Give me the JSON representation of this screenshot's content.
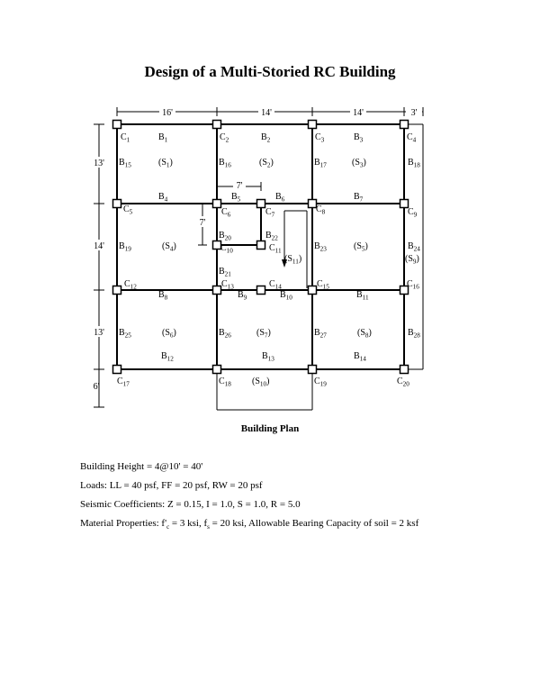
{
  "title": "Design of a Multi-Storied RC Building",
  "caption": "Building Plan",
  "dimensions": {
    "top": [
      "16'",
      "14'",
      "14'",
      "3'"
    ],
    "left": [
      "13'",
      "14'",
      "13'",
      "6'"
    ],
    "inner": [
      "7'",
      "7'"
    ]
  },
  "columns": [
    "C1",
    "C2",
    "C3",
    "C4",
    "C5",
    "C6",
    "C7",
    "C8",
    "C9",
    "C10",
    "C11",
    "C12",
    "C13",
    "C14",
    "C15",
    "C16",
    "C17",
    "C18",
    "C19",
    "C20"
  ],
  "beams": [
    "B1",
    "B2",
    "B3",
    "B4",
    "B5",
    "B6",
    "B7",
    "B8",
    "B9",
    "B10",
    "B11",
    "B12",
    "B13",
    "B14",
    "B15",
    "B16",
    "B17",
    "B18",
    "B19",
    "B20",
    "B21",
    "B22",
    "B23",
    "B24",
    "B25",
    "B26",
    "B27",
    "B28"
  ],
  "slabs": [
    "(S1)",
    "(S2)",
    "(S3)",
    "(S4)",
    "(S5)",
    "(S6)",
    "(S7)",
    "(S8)",
    "(S9)",
    "(S10)",
    "(S11)"
  ],
  "notes": {
    "height": "Building Height = 4@10' = 40'",
    "loads": "Loads: LL = 40 psf, FF = 20 psf, RW = 20 psf",
    "seismic": "Seismic Coefficients: Z = 0.15, I = 1.0, S = 1.0, R = 5.0",
    "material_prefix": "Material Properties: f'",
    "material_sub1": "c",
    "material_mid": " = 3 ksi, f",
    "material_sub2": "s",
    "material_suffix": " = 20 ksi, Allowable Bearing Capacity of soil = 2 ksf"
  }
}
